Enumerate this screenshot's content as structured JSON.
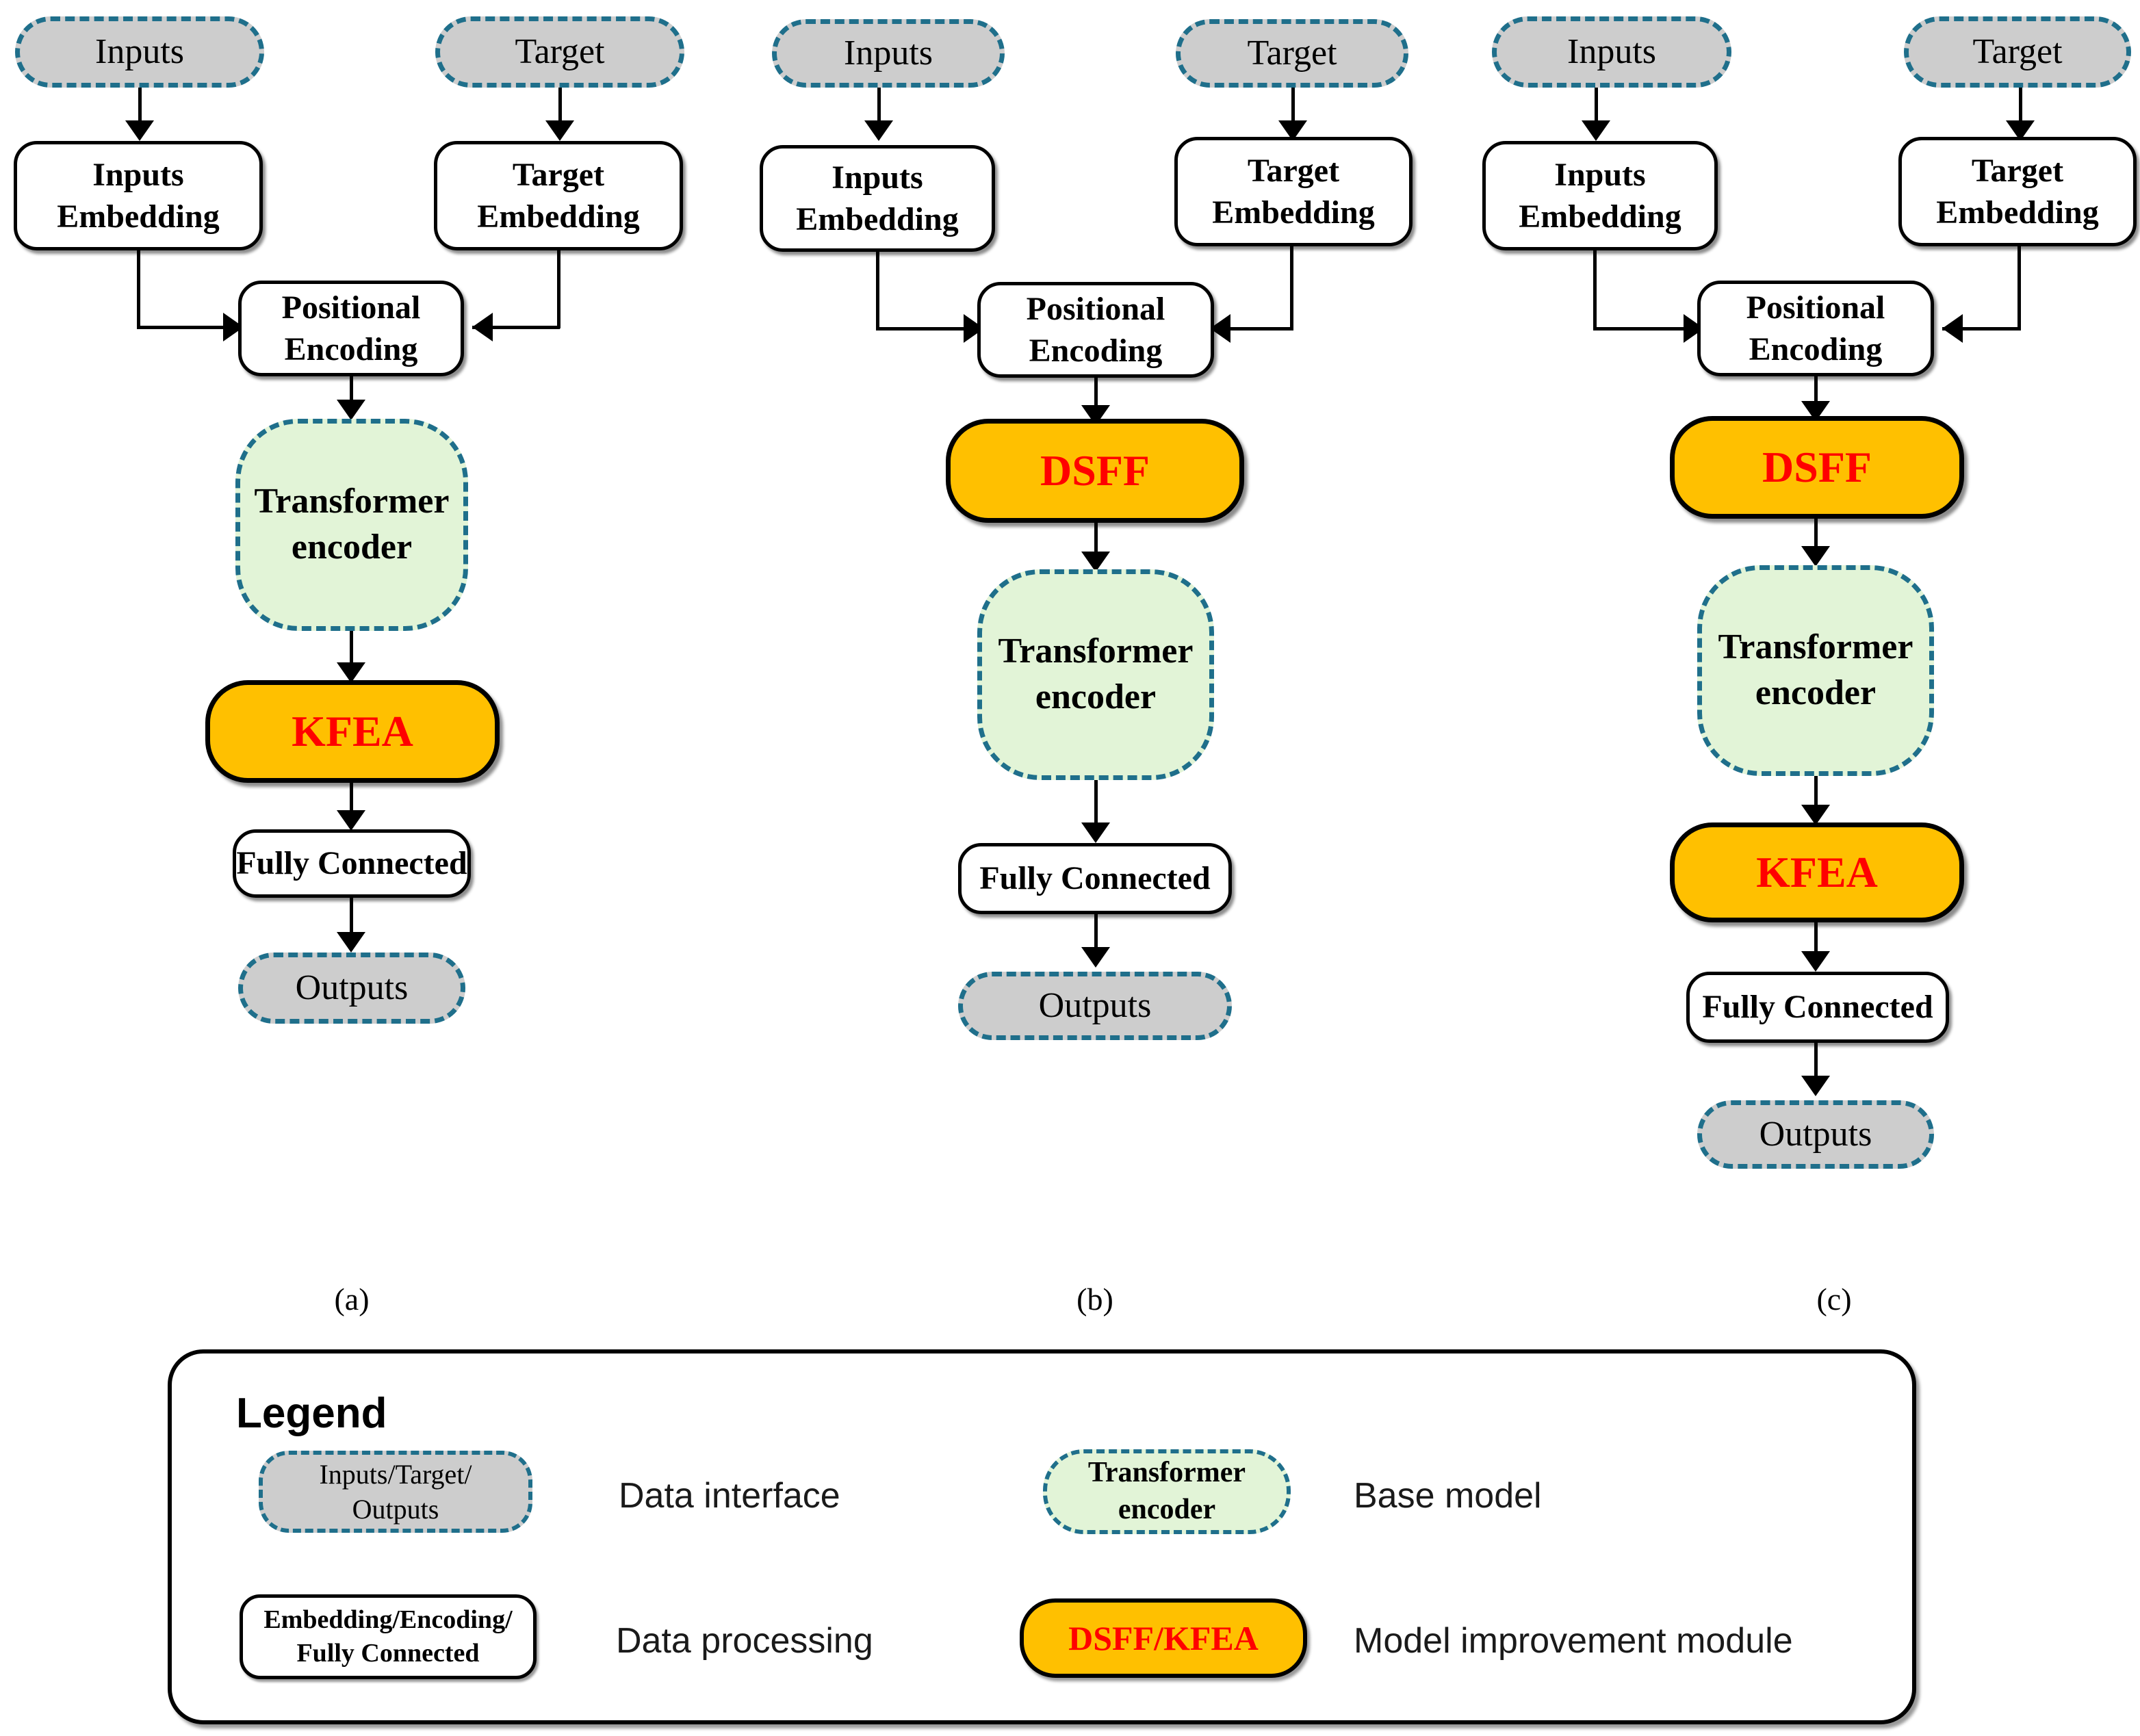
{
  "figure": {
    "panels": [
      {
        "id": "a",
        "caption": "(a)",
        "nodes": {
          "inputs": "Inputs",
          "target": "Target",
          "inputs_embedding": "Inputs\nEmbedding",
          "target_embedding": "Target\nEmbedding",
          "positional_encoding": "Positional\nEncoding",
          "transformer_encoder": "Transformer\nencoder",
          "module": "KFEA",
          "fully_connected": "Fully Connected",
          "outputs": "Outputs"
        },
        "flow": [
          "Inputs",
          "Inputs Embedding",
          "Positional Encoding",
          "Transformer encoder",
          "KFEA",
          "Fully Connected",
          "Outputs"
        ]
      },
      {
        "id": "b",
        "caption": "(b)",
        "nodes": {
          "inputs": "Inputs",
          "target": "Target",
          "inputs_embedding": "Inputs\nEmbedding",
          "target_embedding": "Target\nEmbedding",
          "positional_encoding": "Positional\nEncoding",
          "module": "DSFF",
          "transformer_encoder": "Transformer\nencoder",
          "fully_connected": "Fully Connected",
          "outputs": "Outputs"
        },
        "flow": [
          "Inputs",
          "Inputs Embedding",
          "Positional Encoding",
          "DSFF",
          "Transformer encoder",
          "Fully Connected",
          "Outputs"
        ]
      },
      {
        "id": "c",
        "caption": "(c)",
        "nodes": {
          "inputs": "Inputs",
          "target": "Target",
          "inputs_embedding": "Inputs\nEmbedding",
          "target_embedding": "Target\nEmbedding",
          "positional_encoding": "Positional\nEncoding",
          "module_top": "DSFF",
          "transformer_encoder": "Transformer\nencoder",
          "module_bottom": "KFEA",
          "fully_connected": "Fully Connected",
          "outputs": "Outputs"
        },
        "flow": [
          "Inputs",
          "Inputs Embedding",
          "Positional Encoding",
          "DSFF",
          "Transformer encoder",
          "KFEA",
          "Fully Connected",
          "Outputs"
        ]
      }
    ]
  },
  "legend": {
    "title": "Legend",
    "items": [
      {
        "shape_label": "Inputs/Target/\nOutputs",
        "description": "Data interface",
        "fill": "#cdcdcd",
        "stroke": "#1f6f8b",
        "stroke_style": "dashed",
        "text_color": "#000000"
      },
      {
        "shape_label": "Transformer\nencoder",
        "description": "Base model",
        "fill": "#e2f4d7",
        "stroke": "#1f6f8b",
        "stroke_style": "dashed",
        "text_color": "#000000"
      },
      {
        "shape_label": "Embedding/Encoding/\nFully Connected",
        "description": "Data processing",
        "fill": "#ffffff",
        "stroke": "#000000",
        "stroke_style": "solid",
        "text_color": "#000000"
      },
      {
        "shape_label": "DSFF/KFEA",
        "description": "Model improvement module",
        "fill": "#ffc000",
        "stroke": "#000000",
        "stroke_style": "solid",
        "text_color": "#ff0000"
      }
    ]
  },
  "colors": {
    "data_interface_fill": "#cdcdcd",
    "data_interface_border": "#1f6f8b",
    "base_model_fill": "#e2f4d7",
    "improvement_fill": "#ffc000",
    "improvement_text": "#ff0000",
    "processing_fill": "#ffffff",
    "line": "#000000",
    "page_background": "#ffffff"
  }
}
